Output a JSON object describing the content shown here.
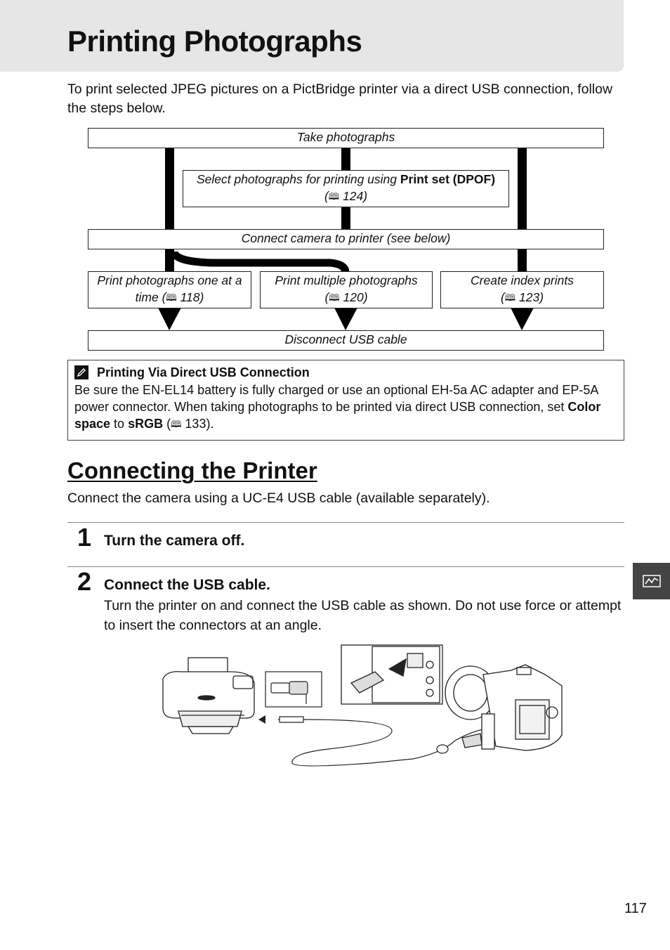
{
  "header": {
    "title": "Printing Photographs"
  },
  "intro": "To print selected JPEG pictures on a PictBridge printer via a direct USB connection, follow the steps below.",
  "flowchart": {
    "take": "Take photographs",
    "select_prefix": "Select photographs for printing using ",
    "select_bold": "Print set (DPOF)",
    "select_ref": "124",
    "connect": "Connect camera to printer (see below)",
    "one_at_a_time": "Print photographs one at a time",
    "one_at_a_time_ref": "118",
    "multiple": "Print multiple photographs",
    "multiple_ref": "120",
    "index": "Create index prints",
    "index_ref": "123",
    "disconnect": "Disconnect USB cable"
  },
  "note": {
    "title": "Printing Via Direct USB Connection",
    "body_1": "Be sure the EN-EL14 battery is fully charged or use an optional EH-5a AC adapter and EP-5A power connector.  When taking photographs to be printed via direct USB connection, set ",
    "bold_1": "Color space",
    "body_2": " to ",
    "bold_2": "sRGB",
    "body_3": " (",
    "ref": "133",
    "body_4": ")."
  },
  "section": {
    "title": "Connecting the Printer",
    "subtitle": "Connect the camera using a UC-E4 USB cable (available separately)."
  },
  "steps": [
    {
      "number": "1",
      "heading": "Turn the camera off."
    },
    {
      "number": "2",
      "heading": "Connect the USB cable.",
      "body": "Turn the printer on and connect the USB cable as shown.  Do not use force or attempt to insert the connectors at an angle."
    }
  ],
  "icons": {
    "note": "pencil-icon",
    "reference": "book-reference-icon",
    "side_tab": "connection-icon"
  },
  "page_number": "117"
}
